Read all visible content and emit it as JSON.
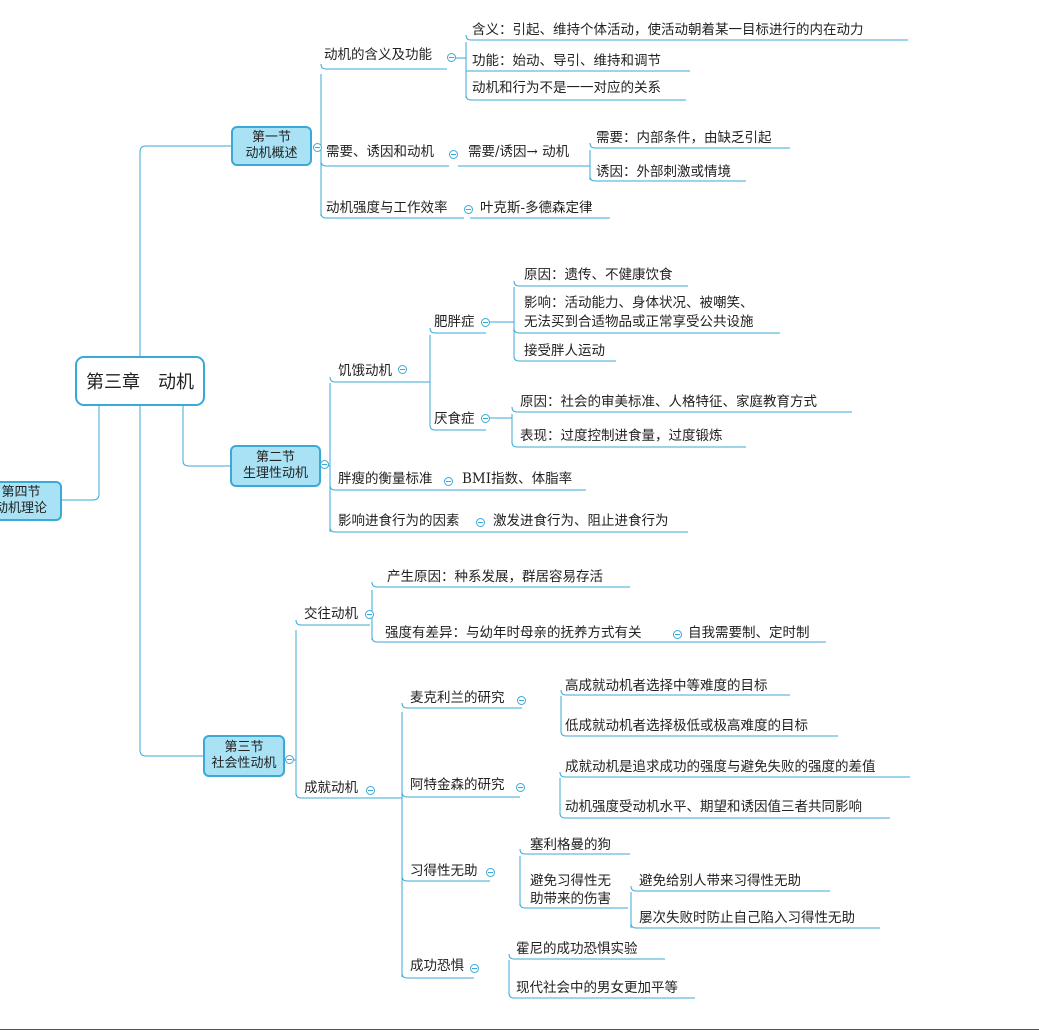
{
  "root": {
    "label": "第三章　动机"
  },
  "sections": {
    "s1": "第一节\n动机概述",
    "s2": "第二节\n生理性动机",
    "s3": "第三节\n社会性动机",
    "s4": "第四节\n动机理论"
  },
  "s1": {
    "a": "动机的含义及功能",
    "a1": "含义：引起、维持个体活动，使活动朝着某一目标进行的内在动力",
    "a2": "功能：始动、导引、维持和调节",
    "a3": "动机和行为不是一一对应的关系",
    "b": "需要、诱因和动机",
    "b_mid": "需要/诱因→ 动机",
    "b1": "需要：内部条件，由缺乏引起",
    "b2": "诱因：外部刺激或情境",
    "c": "动机强度与工作效率",
    "c1": "叶克斯-多德森定律"
  },
  "s2": {
    "hunger": "饥饿动机",
    "obesity": "肥胖症",
    "ob1": "原因：遗传、不健康饮食",
    "ob2_l1": "影响：活动能力、身体状况、被嘲笑、",
    "ob2_l2": "无法买到合适物品或正常享受公共设施",
    "ob3": "接受胖人运动",
    "anorexia": "厌食症",
    "an1": "原因：社会的审美标准、人格特征、家庭教育方式",
    "an2": "表现：过度控制进食量，过度锻炼",
    "measure": "胖瘦的衡量标准",
    "measure1": "BMI指数、体脂率",
    "factors": "影响进食行为的因素",
    "factors1": "激发进食行为、阻止进食行为"
  },
  "s3": {
    "affil": "交往动机",
    "af1": "产生原因：种系发展，群居容易存活",
    "af2": "强度有差异：与幼年时母亲的抚养方式有关",
    "af2b": "自我需要制、定时制",
    "achieve": "成就动机",
    "mc": "麦克利兰的研究",
    "mc1": "高成就动机者选择中等难度的目标",
    "mc2": "低成就动机者选择极低或极高难度的目标",
    "at": "阿特金森的研究",
    "at1": "成就动机是追求成功的强度与避免失败的强度的差值",
    "at2": "动机强度受动机水平、期望和诱因值三者共同影响",
    "lh": "习得性无助",
    "lh1": "塞利格曼的狗",
    "lh2_l1": "避免习得性无",
    "lh2_l2": "助带来的伤害",
    "lh2a": "避免给别人带来习得性无助",
    "lh2b": "屡次失败时防止自己陷入习得性无助",
    "fs": "成功恐惧",
    "fs1": "霍尼的成功恐惧实验",
    "fs2": "现代社会中的男女更加平等"
  },
  "colors": {
    "line": "#3aa9d8",
    "node_fill": "#a9e2f5"
  }
}
